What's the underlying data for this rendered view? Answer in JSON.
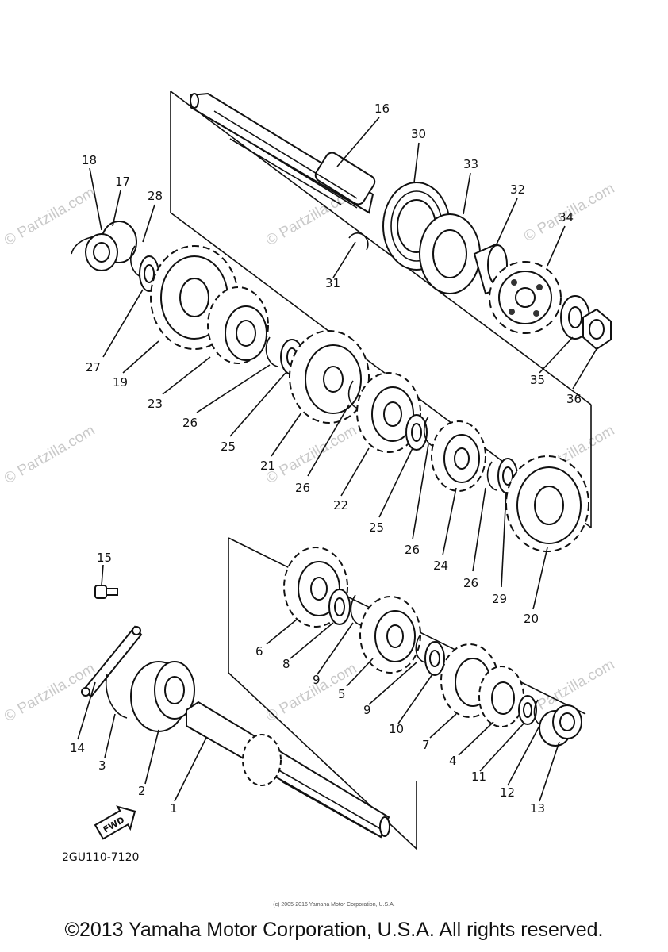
{
  "watermark": {
    "text": "© Partzilla.com"
  },
  "fwd_label": "FWD",
  "part_code": "2GU110-7120",
  "copyright": "©2013 Yamaha Motor Corporation, U.S.A. All rights reserved.",
  "tiny_credit": "(c) 2005-2016 Yamaha Motor Corporation, U.S.A.",
  "callouts": {
    "c16": "16",
    "c30": "30",
    "c33": "33",
    "c32": "32",
    "c34": "34",
    "c18": "18",
    "c17": "17",
    "c28": "28",
    "c31": "31",
    "c27": "27",
    "c19": "19",
    "c23": "23",
    "c26a": "26",
    "c25a": "25",
    "c21": "21",
    "c26b": "26",
    "c22": "22",
    "c25b": "25",
    "c26c": "26",
    "c24": "24",
    "c26d": "26",
    "c29": "29",
    "c20": "20",
    "c35": "35",
    "c36": "36",
    "c15": "15",
    "c6": "6",
    "c8": "8",
    "c9a": "9",
    "c5": "5",
    "c9b": "9",
    "c10": "10",
    "c7": "7",
    "c4": "4",
    "c11": "11",
    "c12": "12",
    "c13": "13",
    "c14": "14",
    "c3": "3",
    "c2": "2",
    "c1": "1"
  }
}
